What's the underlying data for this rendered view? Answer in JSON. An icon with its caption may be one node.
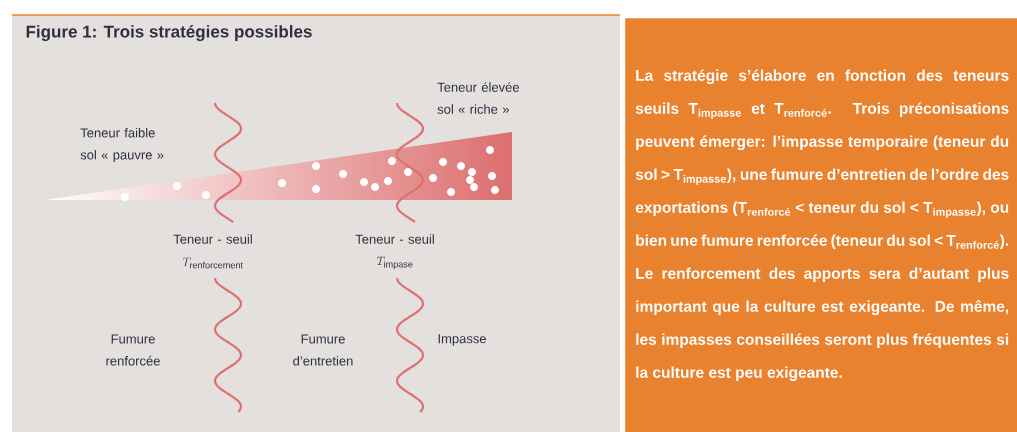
{
  "diagram": {
    "title": "Figure 1: Trois stratégies possibles",
    "nodes": [
      {
        "text": [
          "La stratégie s’élabore en fonction des teneurs seuils T$_{impasse}$ et T$_{renforcé}$. Trois préconisations peuvent émerger: l’impasse temporaire (teneur du sol > T$_{impasse}$), une fumure d’entretien de l’ordre des exportations (T$_{renforcé}$ < teneur du sol < T$_{impasse}$), ou bien une fumure renforcée (teneur du sol < T$_{renforcé}$). Le renforcement des apports sera d’autant plus important que la culture est exigeante. De même, les impasses conseillées seront plus fréquentes si la culture est peu exigeante."
        ]
      }
    ],
    "labels": [
      "Teneur élevée sol « riche »",
      "Teneur faible sol « pauvre »",
      "Teneur - seuil",
      "T_{\\text{renforcement}}",
      "Teneur - seuil",
      "T_{\\text{impase}}",
      "Fumure renforcée",
      "Fumure d’entretien",
      "Impasse"
    ]
  }
}
